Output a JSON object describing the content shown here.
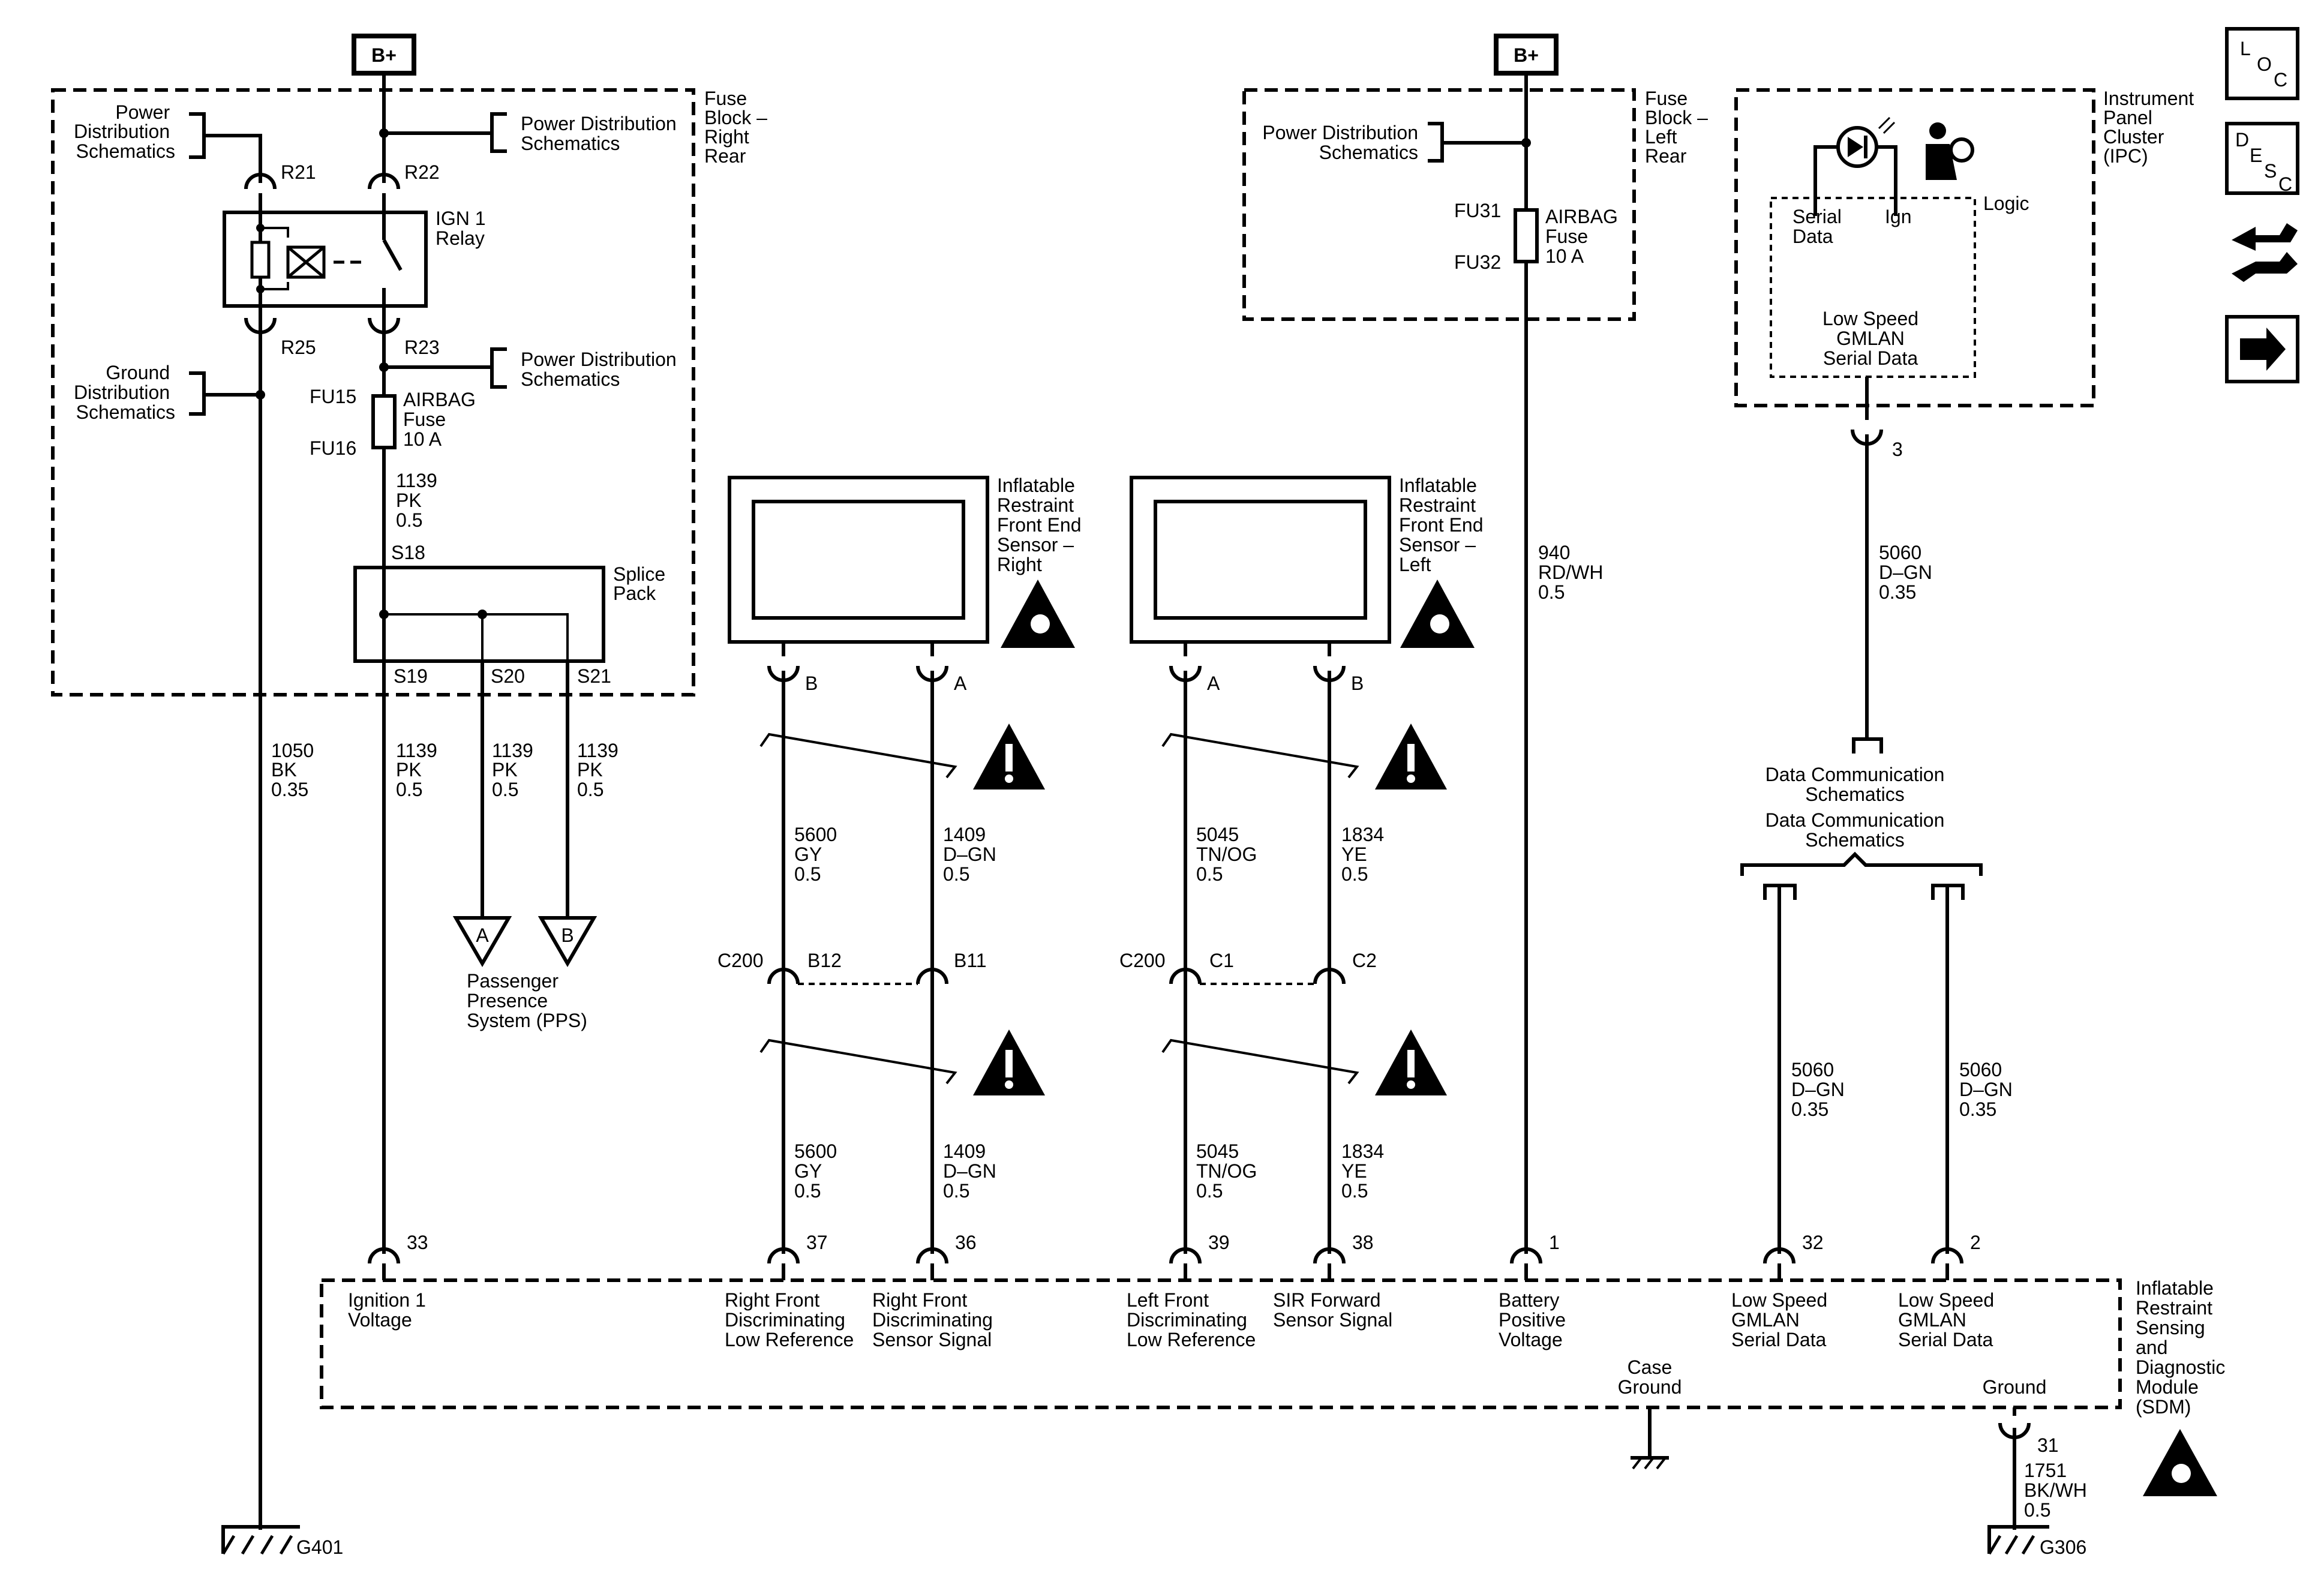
{
  "bplus": "B+",
  "fuse_right": {
    "title": [
      "Fuse",
      "Block –",
      "Right",
      "Rear"
    ],
    "power_dist_left": [
      "Power",
      "Distribution",
      "Schematics"
    ],
    "power_dist_1": [
      "Power Distribution",
      "Schematics"
    ],
    "power_dist_2": [
      "Power Distribution",
      "Schematics"
    ],
    "ground_dist": [
      "Ground",
      "Distribution",
      "Schematics"
    ],
    "r21": "R21",
    "r22": "R22",
    "r25": "R25",
    "r23": "R23",
    "relay": [
      "IGN 1",
      "Relay"
    ],
    "fu15": "FU15",
    "fu16": "FU16",
    "fuse": [
      "AIRBAG",
      "Fuse",
      "10 A"
    ],
    "wire_1139": [
      "1139",
      "PK",
      "0.5"
    ],
    "s18": "S18",
    "splice": [
      "Splice",
      "Pack"
    ],
    "s19": "S19",
    "s20": "S20",
    "s21": "S21"
  },
  "wires_left": {
    "w1050": [
      "1050",
      "BK",
      "0.35"
    ],
    "w1139a": [
      "1139",
      "PK",
      "0.5"
    ],
    "w1139b": [
      "1139",
      "PK",
      "0.5"
    ],
    "w1139c": [
      "1139",
      "PK",
      "0.5"
    ],
    "pps_a": "A",
    "pps_b": "B",
    "pps": [
      "Passenger",
      "Presence",
      "System (PPS)"
    ],
    "g401": "G401"
  },
  "sensor_right": {
    "title": [
      "Inflatable",
      "Restraint",
      "Front End",
      "Sensor –",
      "Right"
    ],
    "pin_b": "B",
    "pin_a": "A",
    "w5600_top": [
      "5600",
      "GY",
      "0.5"
    ],
    "w1409_top": [
      "1409",
      "D–GN",
      "0.5"
    ],
    "c200": "C200",
    "b12": "B12",
    "b11": "B11",
    "w5600_bot": [
      "5600",
      "GY",
      "0.5"
    ],
    "w1409_bot": [
      "1409",
      "D–GN",
      "0.5"
    ]
  },
  "sensor_left": {
    "title": [
      "Inflatable",
      "Restraint",
      "Front End",
      "Sensor –",
      "Left"
    ],
    "pin_a": "A",
    "pin_b": "B",
    "w5045_top": [
      "5045",
      "TN/OG",
      "0.5"
    ],
    "w1834_top": [
      "1834",
      "YE",
      "0.5"
    ],
    "c200": "C200",
    "c1": "C1",
    "c2": "C2",
    "w5045_bot": [
      "5045",
      "TN/OG",
      "0.5"
    ],
    "w1834_bot": [
      "1834",
      "YE",
      "0.5"
    ]
  },
  "fuse_left": {
    "title": [
      "Fuse",
      "Block –",
      "Left",
      "Rear"
    ],
    "power_dist": [
      "Power Distribution",
      "Schematics"
    ],
    "fu31": "FU31",
    "fu32": "FU32",
    "fuse": [
      "AIRBAG",
      "Fuse",
      "10 A"
    ],
    "w940": [
      "940",
      "RD/WH",
      "0.5"
    ]
  },
  "ipc": {
    "title": [
      "Instrument",
      "Panel",
      "Cluster",
      "(IPC)"
    ],
    "logic": "Logic",
    "serial": [
      "Serial",
      "Data"
    ],
    "ign": "Ign",
    "gmlan": [
      "Low Speed",
      "GMLAN",
      "Serial Data"
    ],
    "pin3": "3",
    "w5060": [
      "5060",
      "D–GN",
      "0.35"
    ],
    "data_comm_1": [
      "Data Communication",
      "Schematics"
    ],
    "data_comm_2": [
      "Data Communication",
      "Schematics"
    ],
    "w5060_l": [
      "5060",
      "D–GN",
      "0.35"
    ],
    "w5060_r": [
      "5060",
      "D–GN",
      "0.35"
    ]
  },
  "sdm": {
    "title": [
      "Inflatable",
      "Restraint",
      "Sensing",
      "and",
      "Diagnostic",
      "Module",
      "(SDM)"
    ],
    "pins": [
      "33",
      "37",
      "36",
      "39",
      "38",
      "1",
      "32",
      "2"
    ],
    "ignition": [
      "Ignition 1",
      "Voltage"
    ],
    "rf_ref": [
      "Right Front",
      "Discriminating",
      "Low Reference"
    ],
    "rf_sig": [
      "Right Front",
      "Discriminating",
      "Sensor Signal"
    ],
    "lf_ref": [
      "Left Front",
      "Discriminating",
      "Low Reference"
    ],
    "sir": [
      "SIR Forward",
      "Sensor Signal"
    ],
    "battery": [
      "Battery",
      "Positive",
      "Voltage"
    ],
    "gmlan1": [
      "Low Speed",
      "GMLAN",
      "Serial Data"
    ],
    "gmlan2": [
      "Low Speed",
      "GMLAN",
      "Serial Data"
    ],
    "case_ground": [
      "Case",
      "Ground"
    ],
    "ground": "Ground",
    "pin31": "31",
    "w1751": [
      "1751",
      "BK/WH",
      "0.5"
    ],
    "g306": "G306"
  },
  "nav": {
    "loc": [
      "L",
      "O",
      "C"
    ],
    "desc": [
      "D",
      "E",
      "S",
      "C"
    ]
  }
}
